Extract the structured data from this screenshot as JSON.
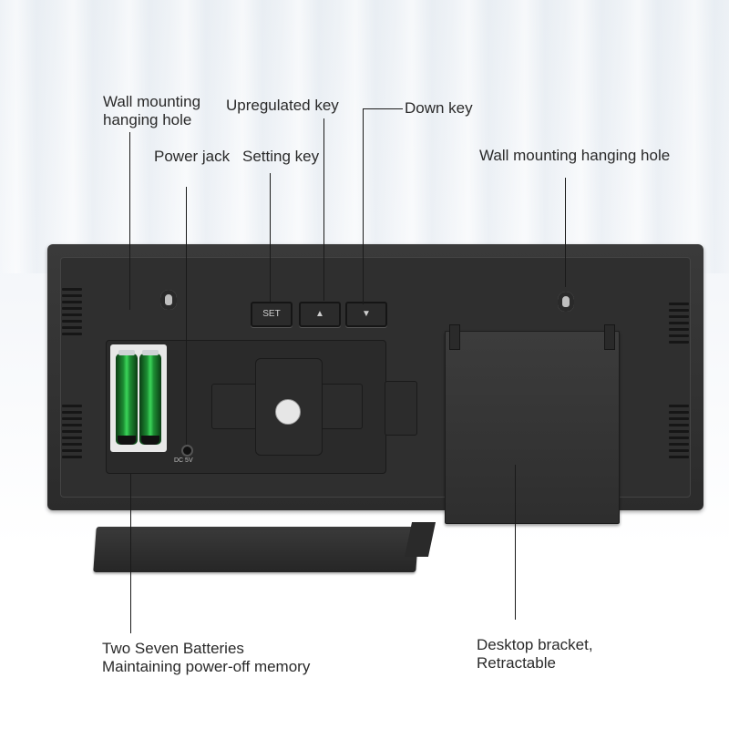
{
  "labels": {
    "wall_hole_left": [
      "Wall mounting",
      "hanging hole"
    ],
    "upregulated_key": "Upregulated key",
    "down_key": "Down key",
    "power_jack": "Power jack",
    "setting_key": "Setting key",
    "wall_hole_right": "Wall mounting hanging hole",
    "batteries": [
      "Two Seven Batteries",
      "Maintaining power-off memory"
    ],
    "bracket": [
      "Desktop bracket,",
      "Retractable"
    ]
  },
  "device": {
    "keys": {
      "set": "SET",
      "up": "▲",
      "down": "▼"
    },
    "dc_label": "DC 5V",
    "body_color": "#2e2e2e",
    "battery_color": "#1d8d33"
  }
}
